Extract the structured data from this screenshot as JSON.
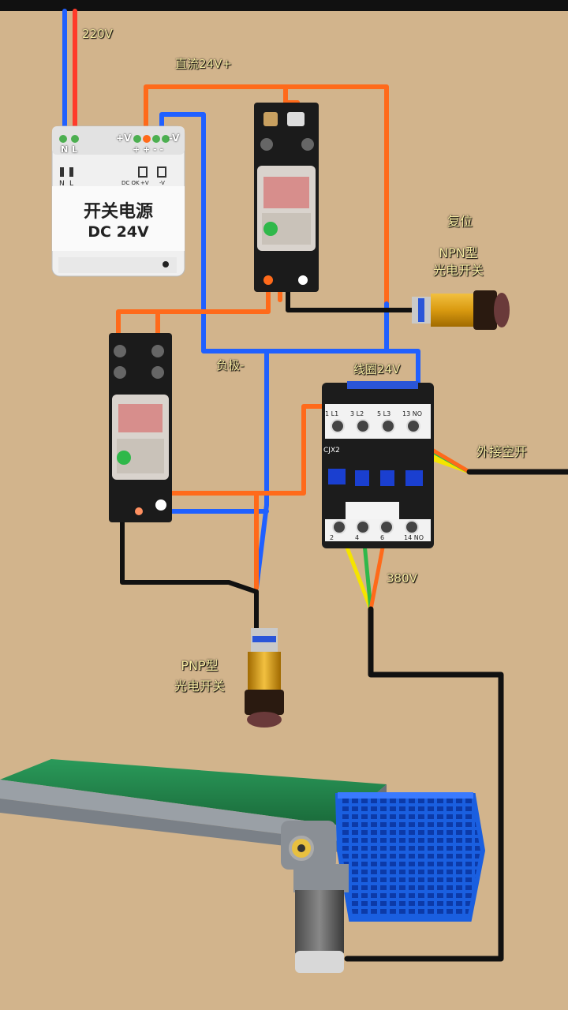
{
  "labels": {
    "ac_input": "220V",
    "dc_positive": "直流24V+",
    "reset": "复位",
    "npn_sensor_line1": "NPN型",
    "npn_sensor_line2": "光电开关",
    "negative": "负极-",
    "coil": "线圈24V",
    "external_breaker": "外接空开",
    "three_phase": "380V",
    "pnp_sensor_line1": "PNP型",
    "pnp_sensor_line2": "光电开关"
  },
  "power_supply": {
    "title": "开关电源",
    "subtitle": "DC 24V",
    "terminal_n": "N",
    "terminal_l": "L",
    "terminal_pos_label": "+V",
    "terminal_neg_label": "-V",
    "terminal_plus_marks": "+ + - -",
    "small_n": "N",
    "small_l": "L",
    "small_dcok": "DC OK",
    "small_pos": "+V",
    "small_neg": "-V"
  },
  "contactor": {
    "model": "CJX2",
    "top_terminals": [
      "1 L1",
      "3 L2",
      "5 L3",
      "13 NO"
    ],
    "bottom_terminals": [
      "2",
      "4",
      "6",
      "14 NO"
    ]
  },
  "colors": {
    "background": "#d2b48c",
    "wire_orange": "#ff6a1a",
    "wire_blue": "#2060ff",
    "wire_black": "#111111",
    "wire_yellow": "#f5e400",
    "wire_green": "#2fb84a",
    "wire_red": "#ff3b2a",
    "label_text": "#f5e9a0"
  },
  "icons": {
    "relay": "relay-icon",
    "contactor": "contactor-icon",
    "sensor": "photoelectric-sensor-icon",
    "conveyor": "conveyor-belt-icon",
    "motor": "gear-motor-icon",
    "basket": "basket-icon"
  }
}
